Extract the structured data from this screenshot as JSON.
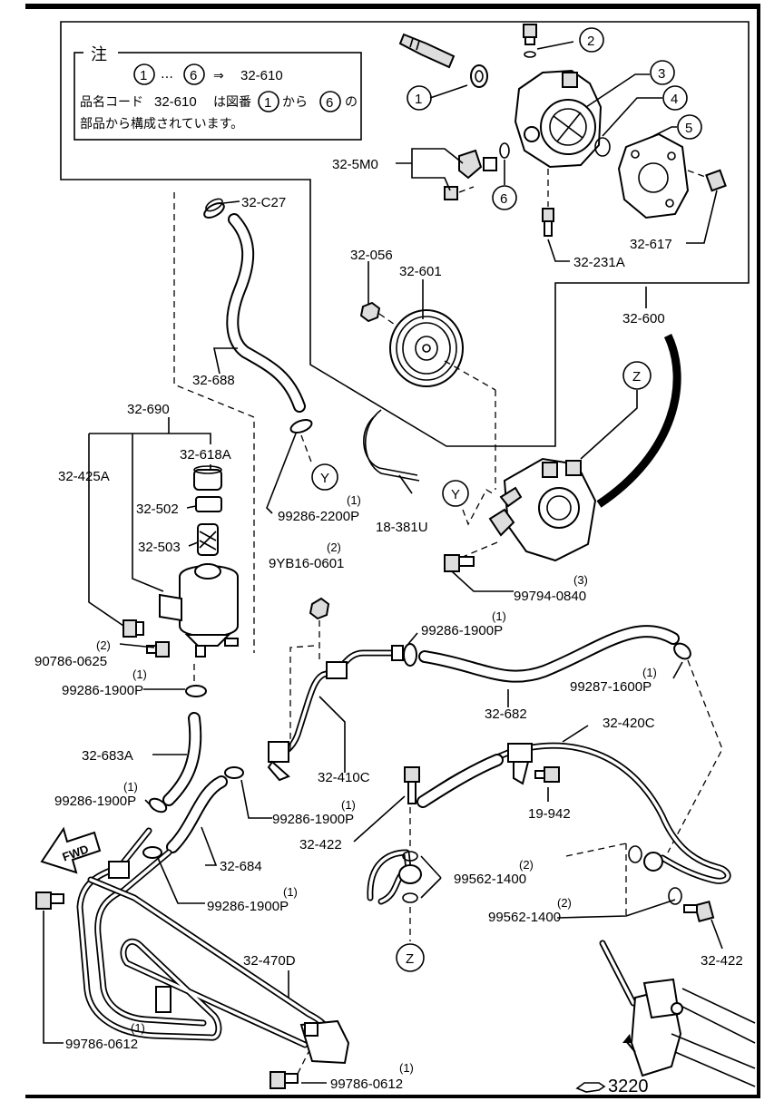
{
  "note": {
    "title": "注",
    "range_from": "1",
    "range_to": "6",
    "range_dots": "…",
    "range_arrow": "⇒",
    "range_code": "32-610",
    "line2_prefix": "品名コード",
    "line2_code": "32-610",
    "line2_mid": "は図番",
    "line2_from": "1",
    "line2_kara": "から",
    "line2_to": "6",
    "line2_no": "の",
    "line3": "部品から構成されています。"
  },
  "callouts": [
    "1",
    "2",
    "3",
    "4",
    "5",
    "6"
  ],
  "views": {
    "y1": "Y",
    "y2": "Y",
    "z1": "Z",
    "z2": "Z"
  },
  "labels": {
    "p32_5m0": "32-5M0",
    "p32_617": "32-617",
    "p32_231a": "32-231A",
    "p32_600": "32-600",
    "p32_c27": "32-C27",
    "p32_688": "32-688",
    "p32_056": "32-056",
    "p32_601": "32-601",
    "p32_690": "32-690",
    "p32_618a": "32-618A",
    "p32_425a": "32-425A",
    "p32_502": "32-502",
    "p32_503": "32-503",
    "p99286_2200p": "99286-2200P",
    "p18_381u": "18-381U",
    "p9yb16_0601": "9YB16-0601",
    "p99794_0840": "99794-0840",
    "p90786_0625": "90786-0625",
    "p99286_1900p_a": "99286-1900P",
    "p99286_1900p_b": "99286-1900P",
    "p32_682": "32-682",
    "p99287_1600p": "99287-1600P",
    "p32_683a": "32-683A",
    "p32_410c": "32-410C",
    "p32_420c": "32-420C",
    "p99286_1900p_c": "99286-1900P",
    "p99286_1900p_d": "99286-1900P",
    "p19_942": "19-942",
    "p32_422_a": "32-422",
    "p99562_1400_a": "99562-1400",
    "p32_684": "32-684",
    "p99286_1900p_e": "99286-1900P",
    "p99562_1400_b": "99562-1400",
    "p32_422_b": "32-422",
    "p32_470d": "32-470D",
    "p99786_0612_a": "99786-0612",
    "p99786_0612_b": "99786-0612",
    "ref_3220": "3220",
    "fwd": "FWD"
  },
  "quantities": {
    "q99286_2200p": "(1)",
    "q9yb16_0601": "(2)",
    "q99794_0840": "(3)",
    "q90786_0625": "(2)",
    "q99286_1900p_a": "(1)",
    "q99286_1900p_b": "(1)",
    "q99287_1600p": "(1)",
    "q99286_1900p_c": "(1)",
    "q99286_1900p_d": "(1)",
    "q99562_1400_a": "(2)",
    "q99286_1900p_e": "(1)",
    "q99562_1400_b": "(2)",
    "q99786_0612_a": "(1)",
    "q99786_0612_b": "(1)"
  }
}
